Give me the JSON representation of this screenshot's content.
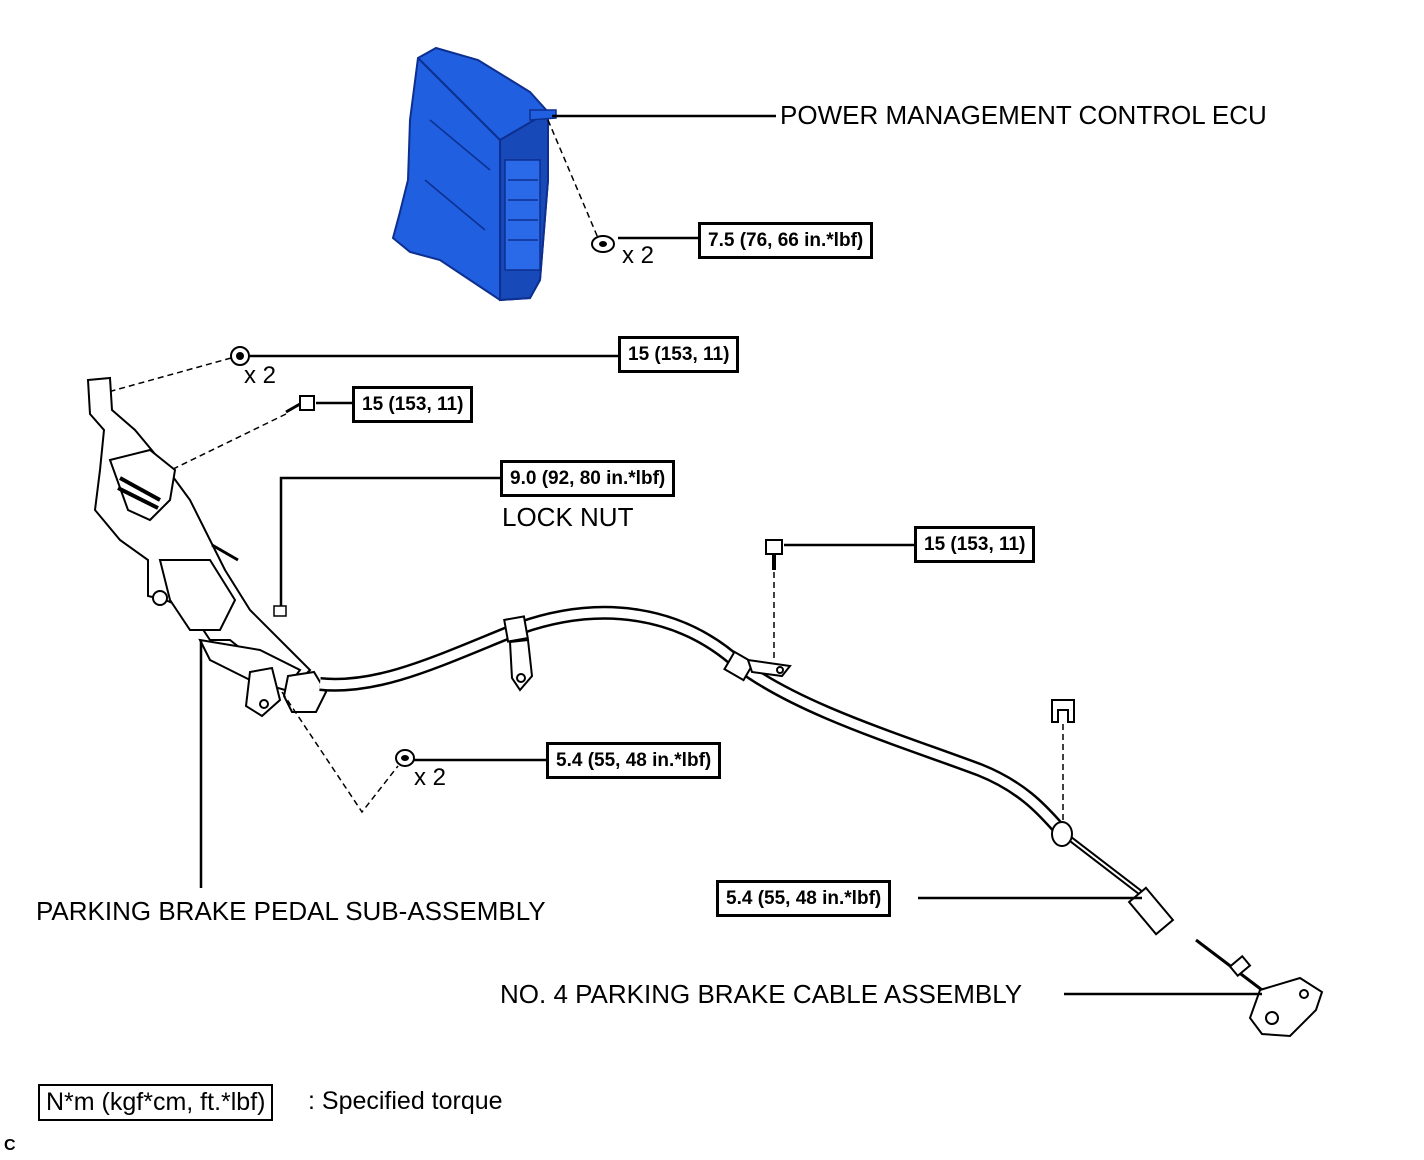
{
  "labels": {
    "ecu": "POWER MANAGEMENT CONTROL ECU",
    "lock_nut": "LOCK NUT",
    "pedal": "PARKING BRAKE PEDAL SUB-ASSEMBLY",
    "cable": "NO. 4 PARKING BRAKE CABLE ASSEMBLY"
  },
  "torques": {
    "ecu_nut": "7.5 (76, 66 in.*lbf)",
    "pedal_nut_top": "15 (153, 11)",
    "pedal_bolt": "15 (153, 11)",
    "lock_nut": "9.0 (92, 80 in.*lbf)",
    "cable_bolt": "15 (153, 11)",
    "pedal_nut_bottom": "5.4 (55, 48 in.*lbf)",
    "cable_end": "5.4 (55, 48 in.*lbf)"
  },
  "quantities": {
    "ecu_nut": "x 2",
    "pedal_nut_top": "x 2",
    "pedal_nut_bottom": "x 2"
  },
  "legend": {
    "box": "N*m (kgf*cm, ft.*lbf)",
    "text": ": Specified torque"
  },
  "corner_mark": "C",
  "colors": {
    "ecu_fill": "#1f5fe0",
    "ecu_dark": "#0d2f8f",
    "line": "#000000"
  }
}
